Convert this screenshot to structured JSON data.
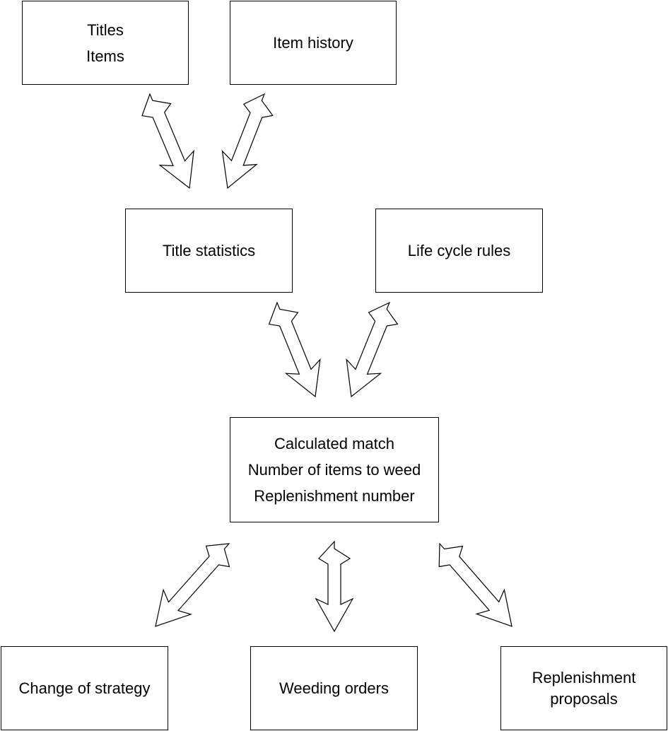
{
  "nodes": {
    "titles_items": {
      "lines": [
        "Titles",
        "Items"
      ]
    },
    "item_history": {
      "lines": [
        "Item history"
      ]
    },
    "title_statistics": {
      "lines": [
        "Title statistics"
      ]
    },
    "life_cycle_rules": {
      "lines": [
        "Life cycle rules"
      ]
    },
    "calculation": {
      "lines": [
        "Calculated match",
        "Number of items to weed",
        "Replenishment number"
      ]
    },
    "change_of_strategy": {
      "lines": [
        "Change of strategy"
      ]
    },
    "weeding_orders": {
      "lines": [
        "Weeding orders"
      ]
    },
    "replenishment_proposals": {
      "lines": [
        "Replenishment",
        "proposals"
      ]
    }
  },
  "edges": [
    {
      "from": "titles_items",
      "to": "title_statistics"
    },
    {
      "from": "item_history",
      "to": "title_statistics"
    },
    {
      "from": "title_statistics",
      "to": "calculation"
    },
    {
      "from": "life_cycle_rules",
      "to": "calculation"
    },
    {
      "from": "calculation",
      "to": "change_of_strategy"
    },
    {
      "from": "calculation",
      "to": "weeding_orders"
    },
    {
      "from": "calculation",
      "to": "replenishment_proposals"
    }
  ]
}
